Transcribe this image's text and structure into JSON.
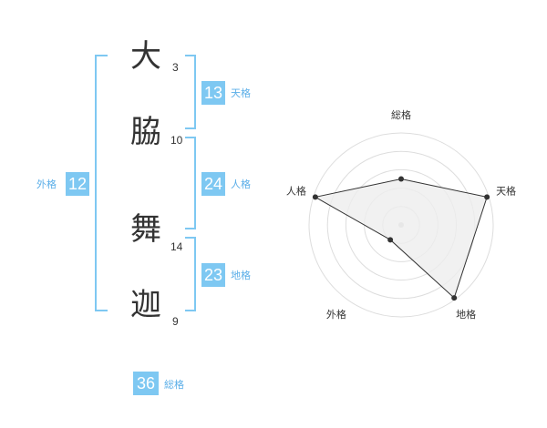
{
  "name": {
    "characters": [
      {
        "char": "大",
        "strokes": "3"
      },
      {
        "char": "脇",
        "strokes": "10"
      },
      {
        "char": "舞",
        "strokes": "14"
      },
      {
        "char": "迦",
        "strokes": "9"
      }
    ]
  },
  "fortunes": {
    "tenkaku": {
      "label": "天格",
      "value": "13"
    },
    "jinkaku": {
      "label": "人格",
      "value": "24"
    },
    "chikaku": {
      "label": "地格",
      "value": "23"
    },
    "gaikaku": {
      "label": "外格",
      "value": "12"
    },
    "soukaku": {
      "label": "総格",
      "value": "36"
    }
  },
  "colors": {
    "accent": "#7ec8f2",
    "accent_text": "#5aaee8",
    "radar_fill": "#eeeeee",
    "radar_line": "#333333",
    "grid": "#dddddd"
  },
  "chart_data": {
    "type": "radar",
    "axes": [
      "総格",
      "天格",
      "地格",
      "外格",
      "人格"
    ],
    "values": [
      0.5,
      0.98,
      0.98,
      0.2,
      0.98
    ],
    "range": [
      0,
      1
    ],
    "rings": 5
  }
}
